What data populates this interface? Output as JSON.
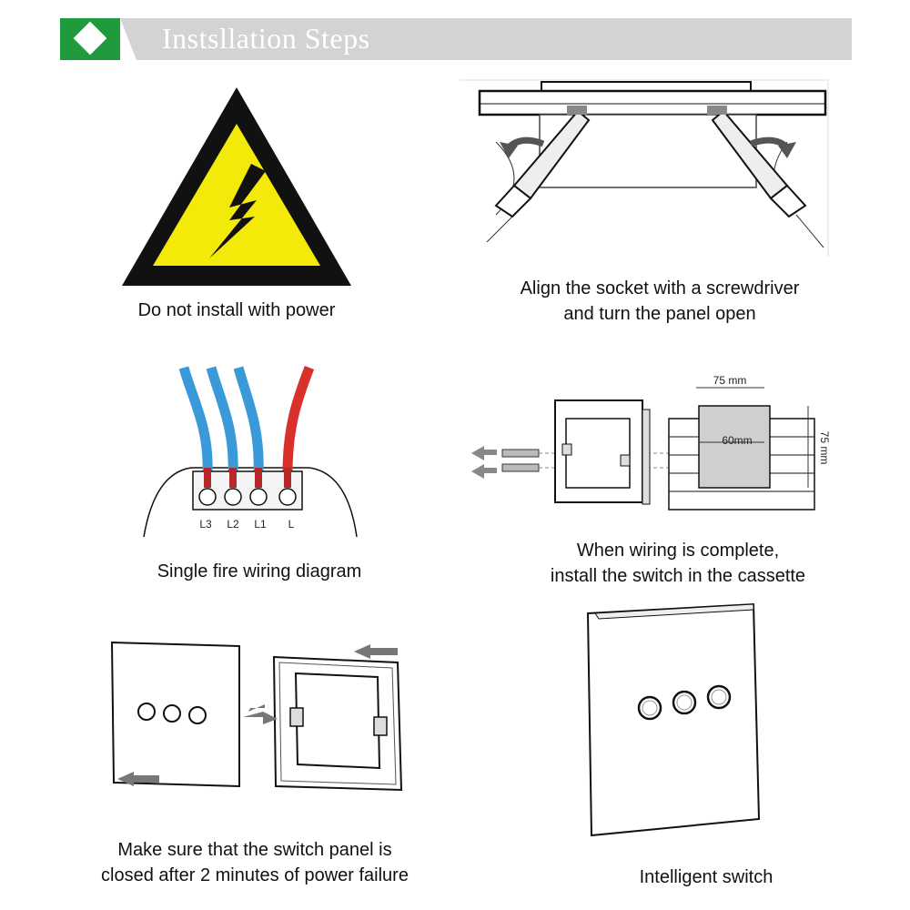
{
  "header": {
    "title": "Instsllation Steps",
    "accent_color": "#1f9a3d",
    "bar_color": "#d3d3d3"
  },
  "steps": [
    {
      "caption": "Do not install with power",
      "icon": "high-voltage-warning-icon"
    },
    {
      "caption_line1": "Align the socket with a screwdriver",
      "caption_line2": "and turn the panel open",
      "icon": "screwdriver-panel-icon"
    },
    {
      "caption": "Single fire wiring diagram",
      "icon": "wiring-diagram-icon",
      "terminal_labels": [
        "L3",
        "L2",
        "L1",
        "L"
      ],
      "wire_colors": [
        "#3a9ad9",
        "#3a9ad9",
        "#3a9ad9",
        "#d9302c"
      ]
    },
    {
      "caption_line1": "When wiring is complete,",
      "caption_line2": "install the switch in the cassette",
      "icon": "cassette-install-icon",
      "dim_width": "75 mm",
      "dim_depth": "60mm",
      "dim_height": "75 mm"
    },
    {
      "caption_line1": "Make sure that the switch panel is",
      "caption_line2": "closed after 2 minutes of power failure",
      "icon": "panel-close-icon"
    },
    {
      "caption": "Intelligent switch",
      "icon": "smart-switch-icon"
    }
  ]
}
